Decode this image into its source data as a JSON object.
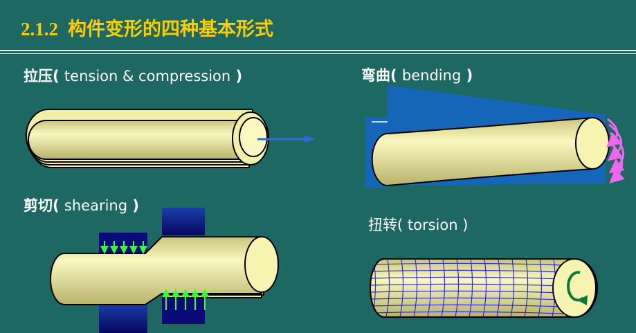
{
  "header": {
    "number": "2.1.2",
    "title": "构件变形的四种基本形式"
  },
  "panels": {
    "tension": {
      "cn": "拉压",
      "en": "tension & compression"
    },
    "bending": {
      "cn": "弯曲",
      "en": "bending"
    },
    "shearing": {
      "cn": "剪切",
      "en": "shearing"
    },
    "torsion": {
      "cn": "扭转",
      "en": "torsion"
    }
  },
  "colors": {
    "background": "#1d6863",
    "title": "#ffcc00",
    "rod_fill": "#f2f0a6",
    "rod_outline": "#000000",
    "bending_fixture": "#1565b8",
    "shear_block": "#0a0a7a",
    "shear_arrows": "#33ff33",
    "moment_arrows": "#ee66ee",
    "torsion_grid": "#2a2ad8",
    "torsion_arrow": "#0a7a3a",
    "tension_arrow": "#2a6fd8"
  }
}
